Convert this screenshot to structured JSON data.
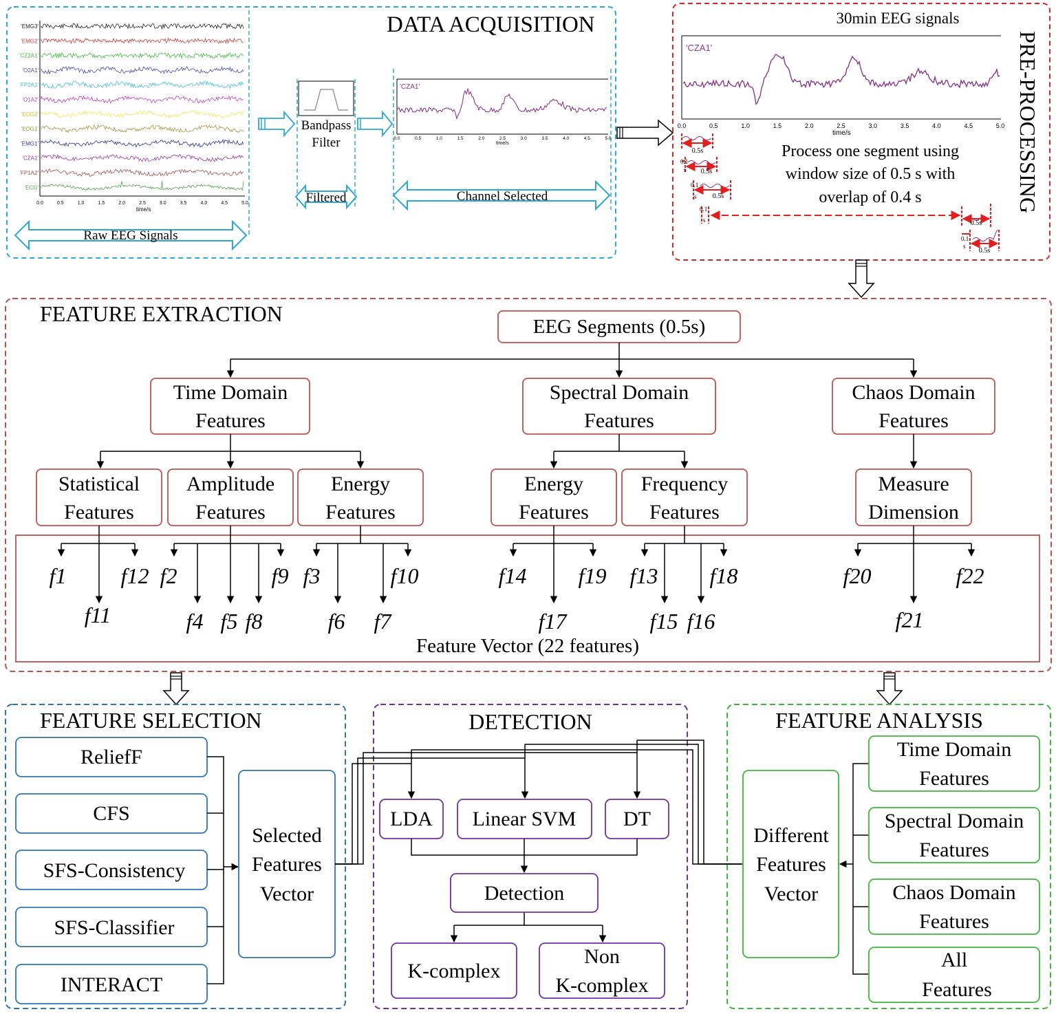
{
  "acquisition": {
    "title": "DATA ACQUISITION",
    "channels": [
      "'EMG3'",
      "'EMG2'",
      "'CZ2A1'",
      "'O2A1'",
      "'FP2A1'",
      "'O1A2'",
      "'EOG2'",
      "'EOG1'",
      "'EMG1'",
      "'CZA1'",
      "'FP1A2'",
      "'ECG'"
    ],
    "channel_colors": [
      "#222222",
      "#d03b3b",
      "#3dbb3d",
      "#4a4ab0",
      "#3fc0d0",
      "#c040c0",
      "#e8e850",
      "#9a9a40",
      "#303090",
      "#9a3a9a",
      "#a05050",
      "#50a050"
    ],
    "x_ticks": [
      "0.0",
      "0.5",
      "1.0",
      "1.5",
      "2.0",
      "2.5",
      "3.0",
      "3.5",
      "4.0",
      "4.5",
      "5.0"
    ],
    "x_label": "time/s",
    "raw_label": "Raw EEG Signals",
    "bandpass_label_1": "Bandpass",
    "bandpass_label_2": "Filter",
    "filtered_label": "Filtered",
    "channel_plot_label": "'CZA1'",
    "channel_selected_label": "Channel Selected"
  },
  "preprocessing": {
    "title": "PRE-PROCESSING",
    "signal_title": "30min EEG signals",
    "plot_label": "'CZA1'",
    "x_ticks": [
      "0.0",
      "0.5",
      "1.0",
      "1.5",
      "2.0",
      "2.5",
      "3.0",
      "3.5",
      "4.0",
      "4.5",
      "5.0"
    ],
    "x_label": "time/s",
    "desc_line_1": "Process one segment using",
    "desc_line_2": "window size of 0.5 s with",
    "desc_line_3": "overlap of 0.4 s",
    "win_label": "0.5s",
    "step_label_top": "0.1",
    "step_label_bottom": "s"
  },
  "extraction": {
    "title": "FEATURE EXTRACTION",
    "root": "EEG Segments (0.5s)",
    "domains": [
      {
        "line1": "Time Domain",
        "line2": "Features"
      },
      {
        "line1": "Spectral Domain",
        "line2": "Features"
      },
      {
        "line1": "Chaos Domain",
        "line2": "Features"
      }
    ],
    "groups": [
      {
        "line1": "Statistical",
        "line2": "Features"
      },
      {
        "line1": "Amplitude",
        "line2": "Features"
      },
      {
        "line1": "Energy",
        "line2": "Features"
      },
      {
        "line1": "Energy",
        "line2": "Features"
      },
      {
        "line1": "Frequency",
        "line2": "Features"
      },
      {
        "line1": "Measure",
        "line2": "Dimension"
      }
    ],
    "features": [
      "f1",
      "f11",
      "f12",
      "f2",
      "f4",
      "f5",
      "f8",
      "f9",
      "f3",
      "f6",
      "f7",
      "f10",
      "f14",
      "f17",
      "f19",
      "f13",
      "f15",
      "f16",
      "f18",
      "f20",
      "f21",
      "f22"
    ],
    "vector_label": "Feature Vector (22 features)"
  },
  "selection": {
    "title": "FEATURE SELECTION",
    "methods": [
      "ReliefF",
      "CFS",
      "SFS-Consistency",
      "SFS-Classifier",
      "INTERACT"
    ],
    "output_line1": "Selected",
    "output_line2": "Features",
    "output_line3": "Vector"
  },
  "detection": {
    "title": "DETECTION",
    "classifiers": [
      "LDA",
      "Linear SVM",
      "DT"
    ],
    "detection_label": "Detection",
    "kcomplex": "K-complex",
    "non_line1": "Non",
    "non_line2": "K-complex"
  },
  "analysis": {
    "title": "FEATURE ANALYSIS",
    "vector_line1": "Different",
    "vector_line2": "Features",
    "vector_line3": "Vector",
    "sets": [
      {
        "line1": "Time Domain",
        "line2": "Features"
      },
      {
        "line1": "Spectral Domain",
        "line2": "Features"
      },
      {
        "line1": "Chaos Domain",
        "line2": "Features"
      },
      {
        "line1": "All",
        "line2": "Features"
      }
    ]
  },
  "colors": {
    "cyan": "#2aa8d8",
    "red": "#d02828",
    "brick": "#c0504d",
    "blue": "#2e75b6",
    "purple": "#7030a0",
    "green": "#3cb83c",
    "signal": "#8a3a8a"
  }
}
